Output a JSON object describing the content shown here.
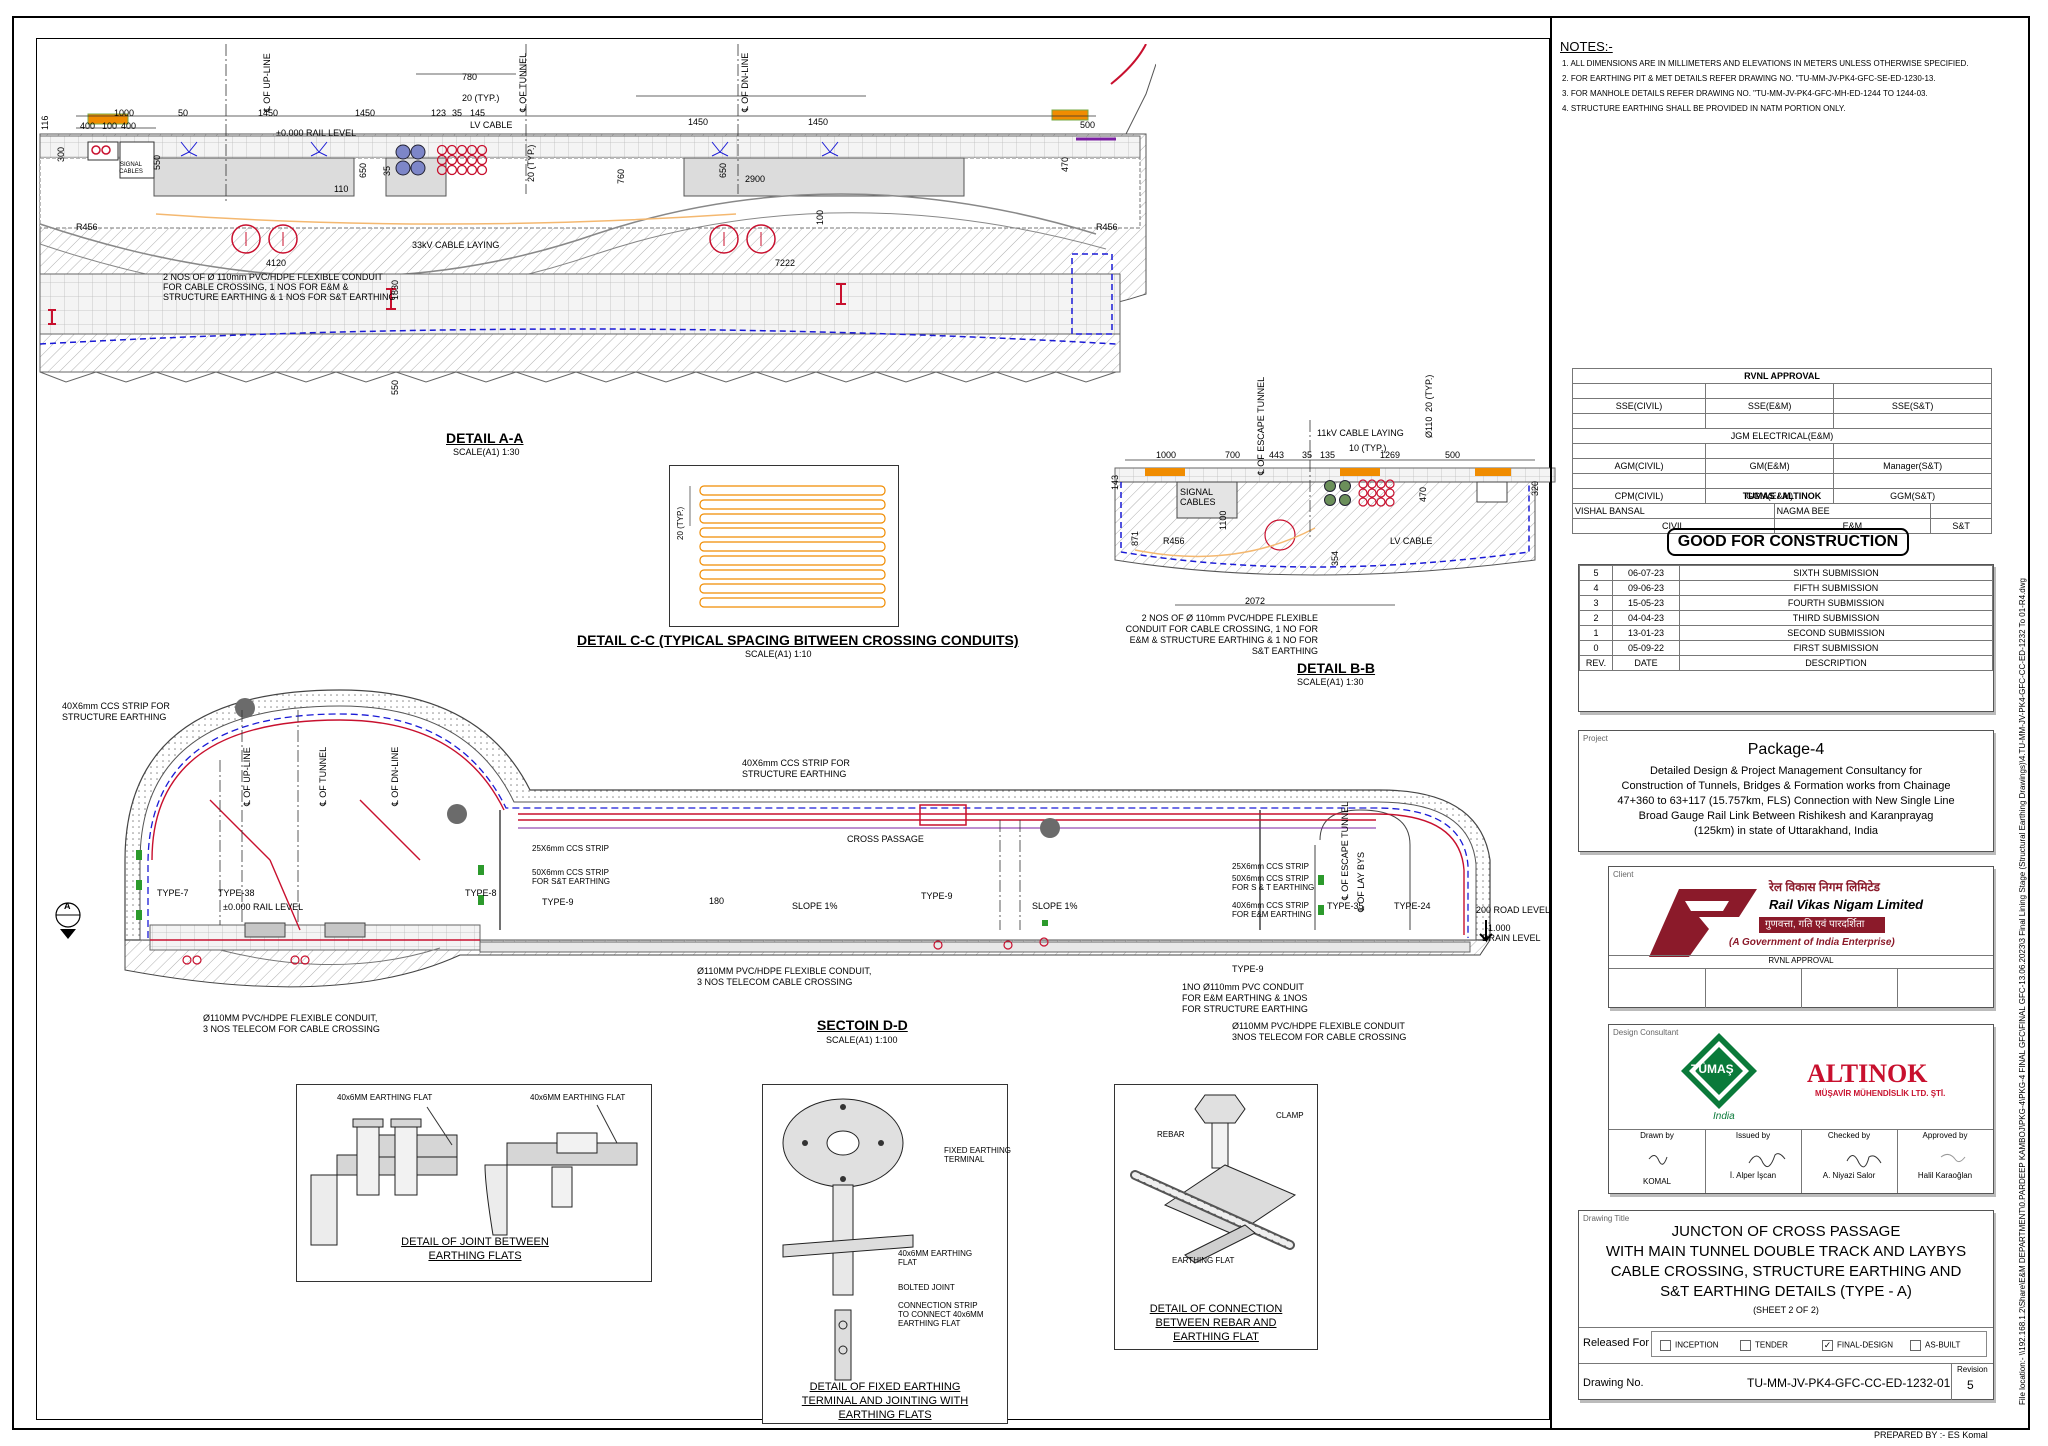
{
  "notes": {
    "heading": "NOTES:-",
    "items": [
      "1.   ALL DIMENSIONS ARE IN MILLIMETERS AND ELEVATIONS IN METERS UNLESS OTHERWISE SPECIFIED.",
      "2.   FOR EARTHING PIT & MET DETAILS REFER DRAWING NO. \"TU-MM-JV-PK4-GFC-SE-ED-1230-13.",
      "3.   FOR MANHOLE DETAILS REFER DRAWING NO. \"TU-MM-JV-PK4-GFC-MH-ED-1244 TO 1244-03.",
      "4.   STRUCTURE EARTHING SHALL BE PROVIDED IN NATM PORTION ONLY."
    ]
  },
  "file_location": "File location:- \\\\192.168.1.2\\Share\\E&M DEPARTMENT\\0.PARDEEP KAMBOJ\\PKG-4\\PKG-4 FINAL GFC\\FINAL GFC-13.06.2023\\3 Final Lining Stage (Structural Earthing Drawings)\\4.TU-MM-JV-PK4-GFC-CC-ED-1232 To 01-R4.dwg",
  "prepared_by": "PREPARED BY :- ES Komal",
  "detail_aa": {
    "title": "DETAIL A-A",
    "scale": "SCALE(A1) 1:30",
    "dims_top": [
      "1000",
      "50",
      "1450",
      "1450",
      "123",
      "35",
      "145",
      "780",
      "1450",
      "1450",
      "500"
    ],
    "dims_sub": [
      "400",
      "100",
      "400"
    ],
    "labels": {
      "up_line": "℄ OF UP-LINE",
      "tunnel": "℄ OF TUNNEL",
      "dn_line": "℄ OF DN-LINE",
      "rail_level": "±0.000 RAIL LEVEL",
      "lv_cable": "LV CABLE",
      "typ20": "20 (TYP.)",
      "signal_cables": "SIGNAL CABLES",
      "cable_33kv": "33kV CABLE LAYING",
      "conduit_note": [
        "2 NOS OF Ø 110mm PVC/HDPE FLEXIBLE CONDUIT",
        "FOR CABLE CROSSING, 1 NOS FOR E&M &",
        "STRUCTURE EARTHING & 1 NOS FOR S&T EARTHING"
      ],
      "d4120": "4120",
      "d7222": "7222",
      "d2900": "2900",
      "d760": "760",
      "d650": "650",
      "d470": "470",
      "d550": "550",
      "d1830": "1830",
      "d110": "110",
      "d116": "116",
      "d300": "300",
      "d100": "100",
      "r456": "R456",
      "d35": "35",
      "d20typ": "20 (TYP.)",
      "d500": "500"
    }
  },
  "detail_cc": {
    "title": "DETAIL C-C (TYPICAL SPACING BITWEEN CROSSING CONDUITS)",
    "scale": "SCALE(A1) 1:10",
    "typ": "20 (TYP.)"
  },
  "detail_bb": {
    "title": "DETAIL B-B",
    "scale": "SCALE(A1) 1:30",
    "dims": [
      "1000",
      "700",
      "443",
      "35",
      "135",
      "1269",
      "500"
    ],
    "labels": {
      "escape_tunnel": "℄ OF ESCAPE TUNNEL",
      "cable_11kv": "11kV CABLE LAYING",
      "typ10": "10 (TYP.)",
      "typ20": "20 (TYP.)",
      "phi110": "Ø110",
      "signal_cables": "SIGNAL CABLES",
      "lv_cable": "LV CABLE",
      "d2072": "2072",
      "d1100": "1100",
      "d470": "470",
      "d320": "320",
      "d143": "143",
      "d871": "871",
      "d354": "354",
      "r456": "R456",
      "conduit_note": [
        "2 NOS OF Ø 110mm PVC/HDPE FLEXIBLE",
        "CONDUIT FOR CABLE CROSSING, 1 NO FOR",
        "E&M & STRUCTURE EARTHING & 1 NO FOR",
        "S&T EARTHING"
      ]
    }
  },
  "section_dd": {
    "title": "SECTOIN D-D",
    "scale": "SCALE(A1) 1:100",
    "labels": {
      "ccs_struct": [
        "40X6mm CCS STRIP FOR",
        "STRUCTURE EARTHING"
      ],
      "ccs_struct2": [
        "40X6mm CCS STRIP FOR",
        "STRUCTURE EARTHING"
      ],
      "up_line": "℄ OF UP-LINE",
      "tunnel": "℄ OF TUNNEL",
      "dn_line": "℄ OF DN-LINE",
      "cross_passage": "CROSS PASSAGE",
      "ccs25": "25X6mm CCS STRIP",
      "ccs50": [
        "50X6mm CCS STRIP",
        "FOR S&T EARTHING"
      ],
      "ccs25b": "25X6mm CCS STRIP",
      "ccs50b": [
        "50X6mm CCS STRIP",
        "FOR S & T EARTHING"
      ],
      "ccs40b": [
        "40X6mm CCS STRIP",
        "FOR E&M EARTHING"
      ],
      "escape_tunnel": "℄ OF ESCAPE TUNNEL",
      "laybys": "℄ OF LAY BYS",
      "type7": "TYPE-7",
      "type38": "TYPE-38",
      "type8": "TYPE-8",
      "type9a": "TYPE-9",
      "type9b": "TYPE-9",
      "type9c": "TYPE-9",
      "type35": "TYPE-35",
      "type24": "TYPE-24",
      "rail_level": "±0.000 RAIL LEVEL",
      "d180": "180",
      "slope1": "SLOPE 1%",
      "slope2": "SLOPE 1%",
      "road_level": "200 ROAD LEVEL",
      "drain_level": [
        "-1.000",
        "DRAIN LEVEL"
      ],
      "sec_marker": "A",
      "conduit_a": [
        "Ø110MM PVC/HDPE FLEXIBLE CONDUIT,",
        "3 NOS TELECOM CABLE CROSSING"
      ],
      "conduit_b": [
        "Ø110MM PVC/HDPE FLEXIBLE CONDUIT,",
        "3 NOS TELECOM  FOR CABLE CROSSING"
      ],
      "conduit_c": [
        "1NO Ø110mm PVC CONDUIT",
        "FOR E&M EARTHING & 1NOS",
        "FOR STRUCTURE EARTHING"
      ],
      "conduit_d": [
        "Ø110MM PVC/HDPE FLEXIBLE CONDUIT",
        "3NOS TELECOM FOR CABLE CROSSING"
      ]
    }
  },
  "detail_joint": {
    "title": [
      "DETAIL OF JOINT BETWEEN",
      "EARTHING FLATS"
    ],
    "flat1": "40x6MM EARTHING FLAT",
    "flat2": "40x6MM EARTHING FLAT"
  },
  "detail_fixed": {
    "title": [
      "DETAIL OF FIXED EARTHING",
      "TERMINAL AND JOINTING WITH",
      "EARTHING FLATS"
    ],
    "l1": [
      "FIXED EARTHING",
      "TERMINAL"
    ],
    "l2": [
      "40x6MM EARTHING",
      "FLAT"
    ],
    "l3": "BOLTED JOINT",
    "l4": [
      "CONNECTION STRIP",
      "TO CONNECT 40x6MM",
      "EARTHING FLAT"
    ]
  },
  "detail_rebar": {
    "title": [
      "DETAIL OF CONNECTION",
      "BETWEEN REBAR AND",
      "EARTHING FLAT"
    ],
    "rebar": "REBAR",
    "clamp": "CLAMP",
    "flat": "EARTHING FLAT"
  },
  "approval": {
    "title": "RVNL APPROVAL",
    "row1": [
      "SSE(CIVIL)",
      "SSE(E&M)",
      "SSE(S&T)"
    ],
    "row2": "JGM ELECTRICAL(E&M)",
    "row3": [
      "AGM(CIVIL)",
      "GM(E&M)",
      "Manager(S&T)"
    ],
    "row4": [
      "CPM(CIVIL)",
      "GGM(E&M)",
      "GGM(S&T)"
    ],
    "tumas_title": "TUMAS / ALTINOK",
    "names": [
      "VISHAL BANSAL",
      "NAGMA BEE"
    ],
    "disciplines": [
      "CIVIL",
      "E&M",
      "S&T"
    ]
  },
  "stamp": "GOOD FOR CONSTRUCTION",
  "revisions": {
    "rows": [
      {
        "rev": "5",
        "date": "06-07-23",
        "desc": "SIXTH SUBMISSION"
      },
      {
        "rev": "4",
        "date": "09-06-23",
        "desc": "FIFTH SUBMISSION"
      },
      {
        "rev": "3",
        "date": "15-05-23",
        "desc": "FOURTH SUBMISSION"
      },
      {
        "rev": "2",
        "date": "04-04-23",
        "desc": "THIRD SUBMISSION"
      },
      {
        "rev": "1",
        "date": "13-01-23",
        "desc": "SECOND SUBMISSION"
      },
      {
        "rev": "0",
        "date": "05-09-22",
        "desc": "FIRST SUBMISSION"
      }
    ],
    "headers": [
      "REV.",
      "DATE",
      "DESCRIPTION"
    ]
  },
  "project": {
    "label": "Project",
    "name": "Package-4",
    "description": [
      "Detailed Design & Project Management Consultancy for",
      "Construction of Tunnels, Bridges & Formation works from Chainage",
      "47+360 to 63+117 (15.757km, FLS) Connection with New Single Line",
      "Broad Gauge Rail Link Between Rishikesh and Karanprayag",
      "(125km) in state of Uttarakhand, India"
    ]
  },
  "client": {
    "label": "Client",
    "hindi_name": "रेल विकास निगम लिमिटेड",
    "name": "Rail Vikas Nigam Limited",
    "tagline_hindi": "गुणवत्ता, गति एवं पारदर्शिता",
    "subtitle": "(A Government of India Enterprise)",
    "approval": "RVNL APPROVAL"
  },
  "consultant": {
    "label": "Design Consultant",
    "tumas": "TÜMAŞ",
    "india": "India",
    "altinok": "ALTINOK",
    "altinok_sub": "MÜŞAVİR MÜHENDİSLİK LTD. ŞTİ.",
    "roles": [
      "Drawn by",
      "Issued by",
      "Checked by",
      "Approved by"
    ],
    "names": [
      "KOMAL",
      "İ. Alper İşcan",
      "A. Niyazi Salor",
      "Halil Karaoğlan"
    ]
  },
  "drawing": {
    "title_label": "Drawing Title",
    "title": [
      "JUNCTON OF CROSS PASSAGE",
      "WITH MAIN TUNNEL DOUBLE TRACK AND  LAYBYS",
      "CABLE CROSSING, STRUCTURE EARTHING AND",
      "S&T EARTHING DETAILS (TYPE - A)"
    ],
    "sheet": "(SHEET 2 OF 2)",
    "released_label": "Released For",
    "options": [
      "INCEPTION",
      "TENDER",
      "FINAL-DESIGN",
      "AS-BUILT"
    ],
    "selected": "FINAL-DESIGN",
    "number_label": "Drawing No.",
    "number": "TU-MM-JV-PK4-GFC-CC-ED-1232-01",
    "revision_label": "Revision",
    "revision": "5"
  },
  "colors": {
    "accent_red": "#c8102e",
    "hatch": "#b8b8b8",
    "cable_orange": "#f08c00",
    "cable_purple": "#6a3fa0",
    "earth_blue": "#1a1ad6",
    "tumas_green": "#0a7a3a",
    "rvnl_maroon": "#8b1a2a"
  }
}
